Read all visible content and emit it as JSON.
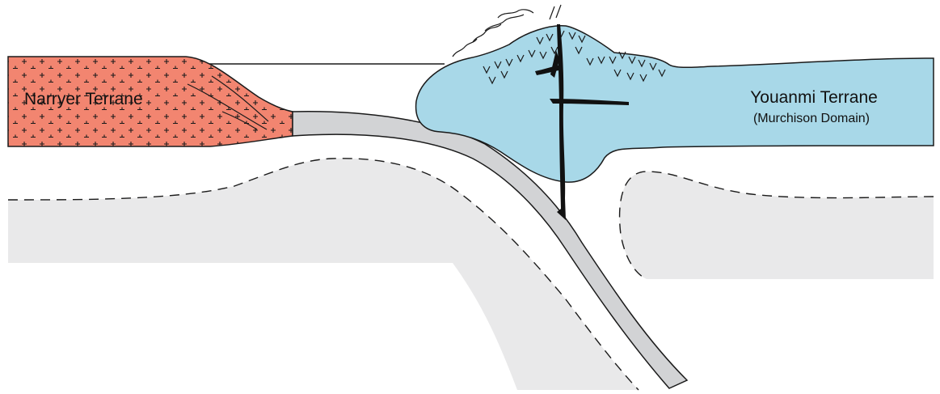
{
  "diagram": {
    "labels": {
      "narryer": "Narryer Terrane",
      "youanmi": "Youanmi Terrane",
      "youanmi_sub": "(Murchison Domain)"
    },
    "colors": {
      "narryer_fill": "#F28570",
      "youanmi_fill": "#A8D8E8",
      "slab_fill": "#D2D3D5",
      "mantle_fill": "#E9E9EA",
      "outline": "#1a1a1a",
      "dike": "#111111"
    }
  }
}
